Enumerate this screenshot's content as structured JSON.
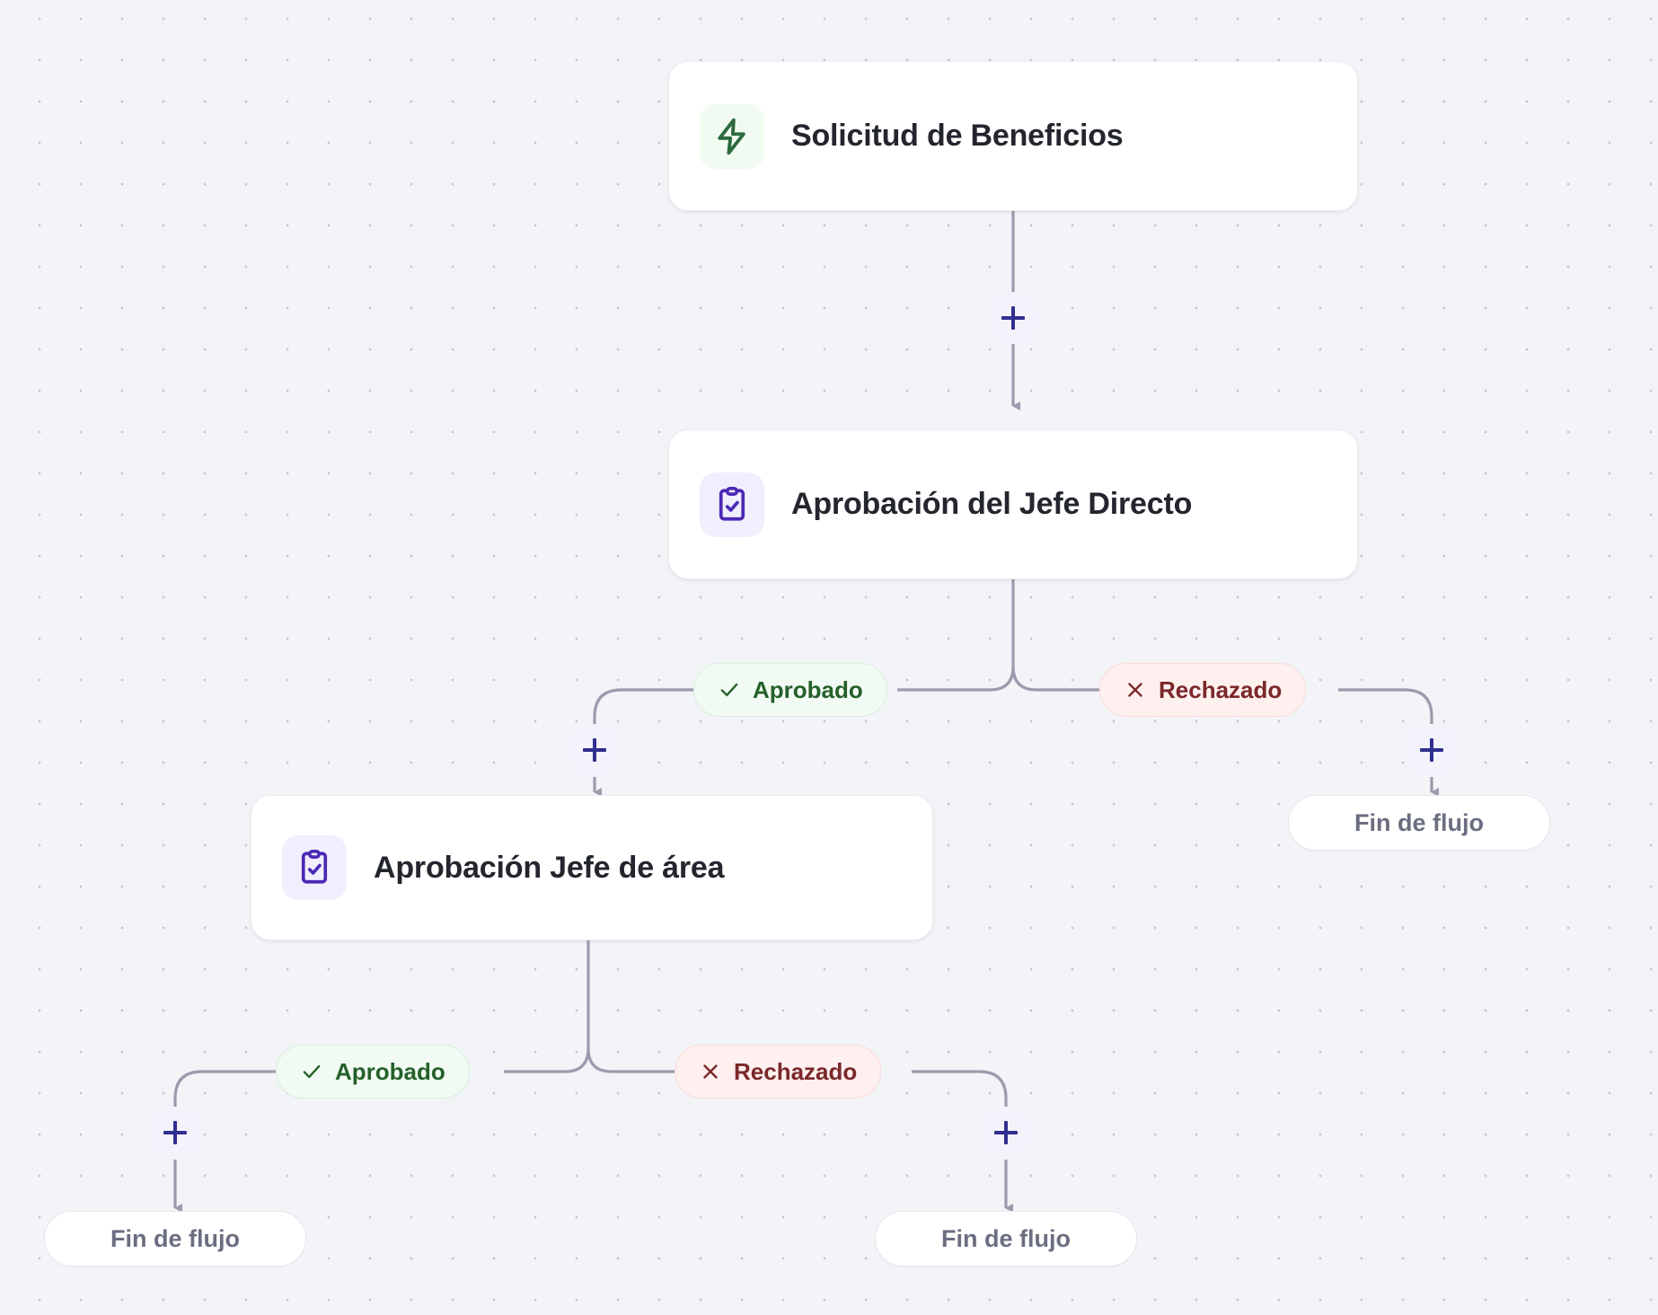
{
  "canvas": {
    "background_color": "#f2f4f7",
    "dot_color": "#c2c6ce",
    "connector_color": "#9b9bad"
  },
  "nodes": [
    {
      "id": "trigger",
      "label": "Solicitud de Beneficios",
      "icon": "lightning-bolt-icon",
      "icon_color": "#2d6a3e",
      "icon_bg": "#f1fbf2",
      "type": "trigger"
    },
    {
      "id": "approval-direct-boss",
      "label": "Aprobación del Jefe Directo",
      "icon": "clipboard-check-icon",
      "icon_color": "#4c28b5",
      "icon_bg": "#f1eefd",
      "type": "task"
    },
    {
      "id": "approval-area-boss",
      "label": "Aprobación Jefe de área",
      "icon": "clipboard-check-icon",
      "icon_color": "#4c28b5",
      "icon_bg": "#f1eefd",
      "type": "task"
    }
  ],
  "branches": [
    {
      "id": "branch-1-approved",
      "label": "Aprobado",
      "icon": "check-icon",
      "status": "approved"
    },
    {
      "id": "branch-1-rejected",
      "label": "Rechazado",
      "icon": "x-icon",
      "status": "rejected"
    },
    {
      "id": "branch-2-approved",
      "label": "Aprobado",
      "icon": "check-icon",
      "status": "approved"
    },
    {
      "id": "branch-2-rejected",
      "label": "Rechazado",
      "icon": "x-icon",
      "status": "rejected"
    }
  ],
  "add_buttons": [
    {
      "id": "add-after-trigger",
      "label": "+"
    },
    {
      "id": "add-branch-1-approved",
      "label": "+"
    },
    {
      "id": "add-branch-1-rejected",
      "label": "+"
    },
    {
      "id": "add-branch-2-approved",
      "label": "+"
    },
    {
      "id": "add-branch-2-rejected",
      "label": "+"
    }
  ],
  "end_nodes": [
    {
      "id": "end-branch-1-rejected",
      "label": "Fin de flujo"
    },
    {
      "id": "end-branch-2-approved",
      "label": "Fin de flujo"
    },
    {
      "id": "end-branch-2-rejected",
      "label": "Fin de flujo"
    }
  ]
}
